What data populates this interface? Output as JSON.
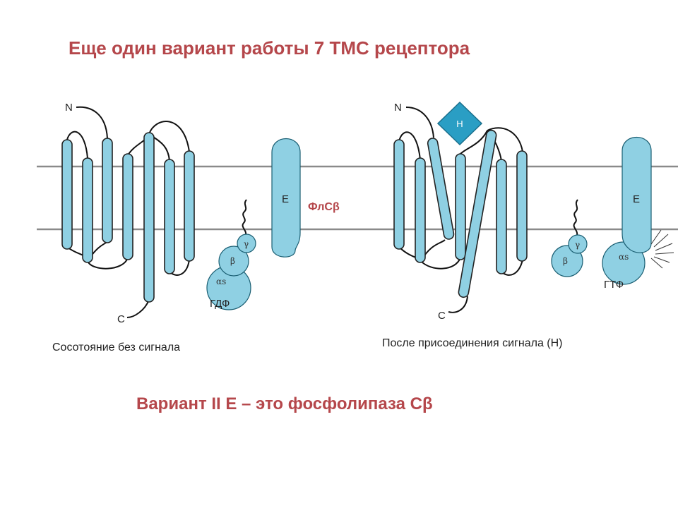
{
  "title": "Еще один вариант работы 7 ТМС рецептора",
  "footer": "Вариант II  Е – это фосфолипаза Сβ",
  "left_panel": {
    "n_label": "N",
    "c_label": "C",
    "e_label": "E",
    "enzyme_name": "ФлСβ",
    "gamma": "γ",
    "beta": "β",
    "alpha_s": "αs",
    "nucleotide": "ГДФ",
    "caption": "Сосотояние без сигнала"
  },
  "right_panel": {
    "n_label": "N",
    "c_label": "C",
    "h_label": "H",
    "e_label": "E",
    "gamma": "γ",
    "beta": "β",
    "alpha_s": "αs",
    "nucleotide": "ГТФ",
    "caption": "После присоединения сигнала (Н)"
  },
  "colors": {
    "title": "#b5474b",
    "protein": "#8fd0e3",
    "hormone": "#2a9ec4",
    "membrane": "#8a8a8a"
  }
}
